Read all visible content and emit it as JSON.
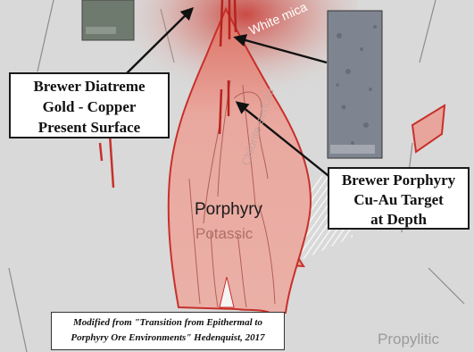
{
  "callouts": {
    "diatreme": {
      "lines": [
        "Brewer Diatreme",
        "Gold - Copper",
        "Present Surface"
      ]
    },
    "porphyry_target": {
      "lines": [
        "Brewer Porphyry",
        "Cu-Au Target",
        "at Depth"
      ]
    }
  },
  "zone_labels": {
    "white_mica": "White mica",
    "chlorite_sericite": "Chlorite-sericite",
    "porphyry": "Porphyry",
    "potassic": "Potassic",
    "propylitic": "Propylitic"
  },
  "citation": {
    "lines": [
      "Modified from \"Transition from Epithermal to",
      "Porphyry Ore Environments\" Hedenquist, 2017"
    ]
  },
  "colors": {
    "background": "#d9d9d9",
    "intrusion_fill": "#e8a59c",
    "intrusion_outline": "#c8302a",
    "vein_red": "#c8302a",
    "arrow": "#111111",
    "core_sample": "#7f8590"
  }
}
